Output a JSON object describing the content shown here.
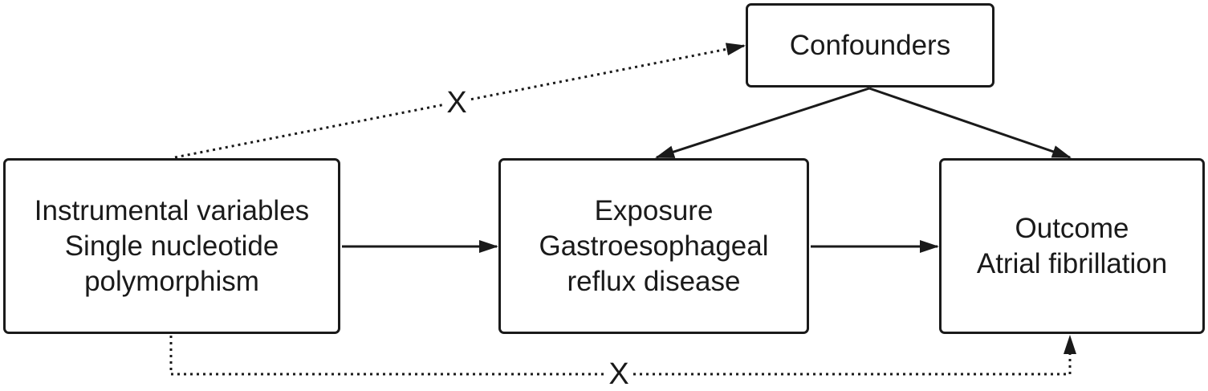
{
  "nodes": {
    "confounders": {
      "lines": [
        "Confounders"
      ]
    },
    "instrument": {
      "lines": [
        "Instrumental variables",
        "Single nucleotide",
        "polymorphism"
      ]
    },
    "exposure": {
      "lines": [
        "Exposure",
        "Gastroesophageal",
        "reflux disease"
      ]
    },
    "outcome": {
      "lines": [
        "Outcome",
        "Atrial fibrillation"
      ]
    }
  },
  "edge_labels": {
    "iv_to_confounders": "X",
    "iv_to_outcome": "X"
  },
  "colors": {
    "stroke": "#1a1a1a",
    "background": "#ffffff"
  }
}
